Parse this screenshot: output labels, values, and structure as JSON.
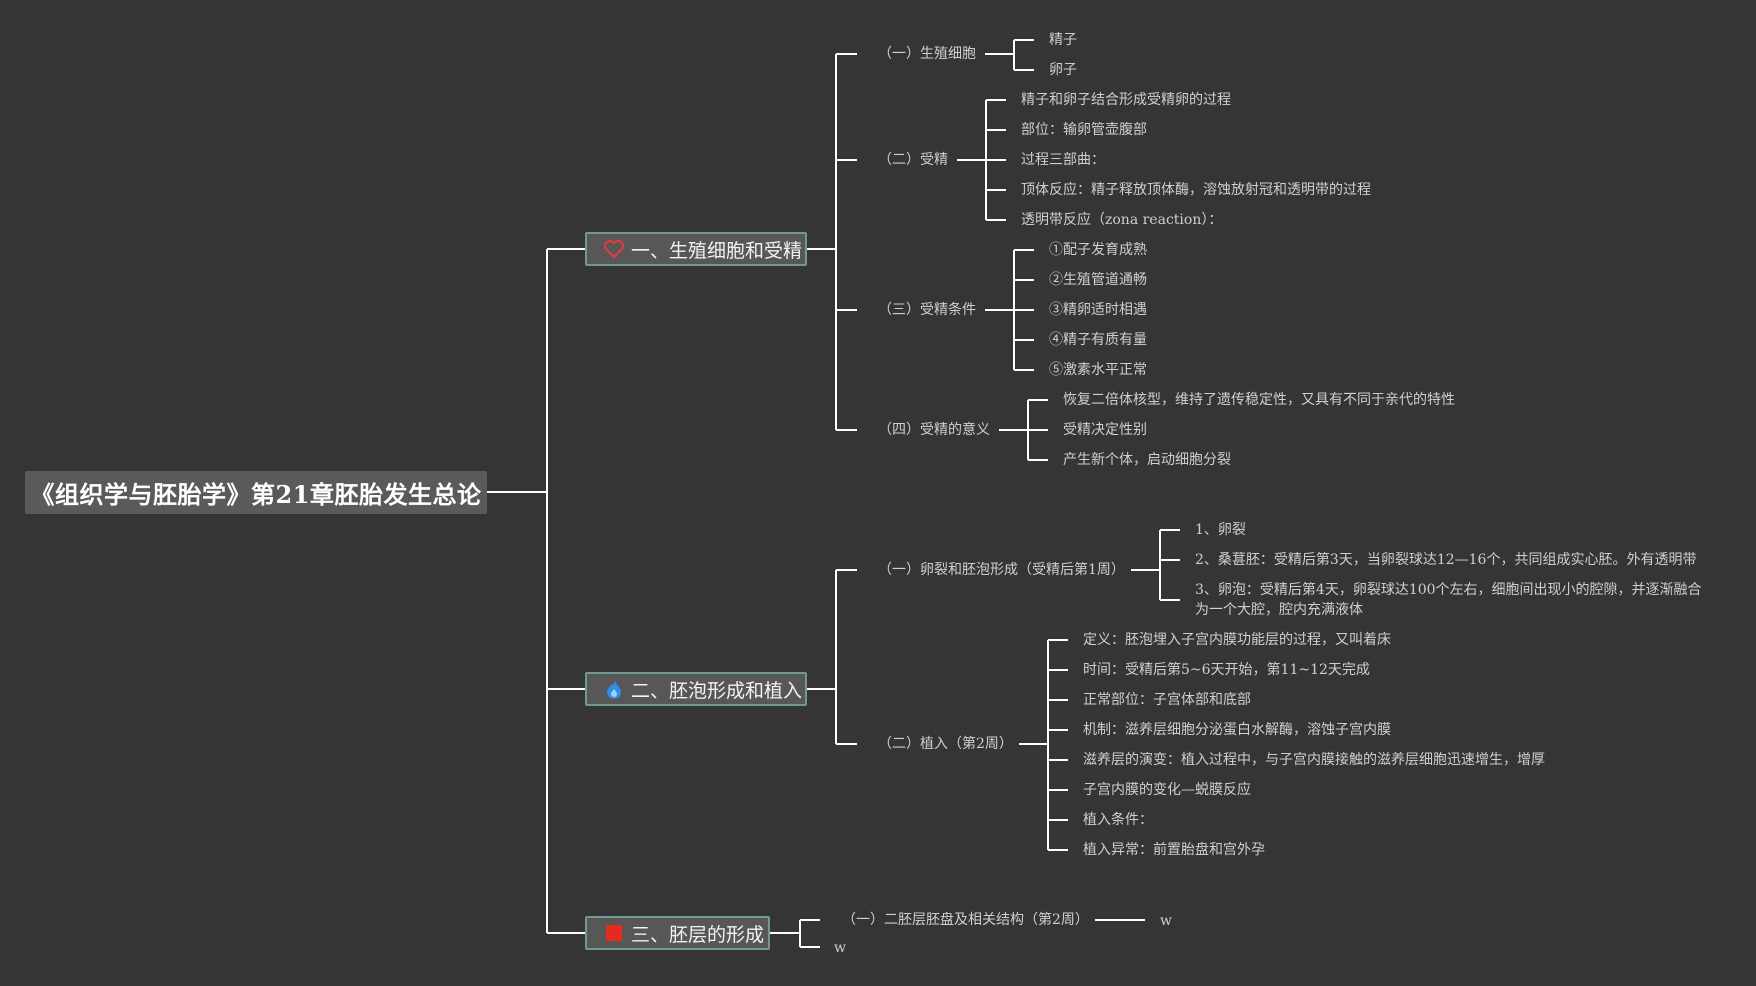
{
  "root": "《组织学与胚胎学》第21章胚胎发生总论",
  "colors": {
    "background": "#353535",
    "root_box": "#5a5a5a",
    "main_box": "#575757",
    "main_border": "#6f9a92",
    "connector": "#ffffff",
    "text": "#cfcfcf"
  },
  "branches": [
    {
      "title": "一、生殖细胞和受精",
      "icon": "heart-icon",
      "children": [
        {
          "label": "（一）生殖细胞",
          "children": [
            "精子",
            "卵子"
          ]
        },
        {
          "label": "（二）受精",
          "children": [
            "精子和卵子结合形成受精卵的过程",
            "部位：输卵管壶腹部",
            "过程三部曲：",
            "顶体反应：精子释放顶体酶，溶蚀放射冠和透明带的过程",
            "透明带反应（zona reaction）："
          ]
        },
        {
          "label": "（三）受精条件",
          "children": [
            "①配子发育成熟",
            "②生殖管道通畅",
            "③精卵适时相遇",
            "④精子有质有量",
            "⑤激素水平正常"
          ]
        },
        {
          "label": "（四）受精的意义",
          "children": [
            "恢复二倍体核型，维持了遗传稳定性，又具有不同于亲代的特性",
            "受精决定性别",
            "产生新个体，启动细胞分裂"
          ]
        }
      ]
    },
    {
      "title": "二、胚泡形成和植入",
      "icon": "flame-icon",
      "children": [
        {
          "label": "（一）卵裂和胚泡形成（受精后第1周）",
          "children": [
            "1、卵裂",
            "2、桑葚胚：受精后第3天，当卵裂球达12—16个，共同组成实心胚。外有透明带",
            "3、卵泡：受精后第4天，卵裂球达100个左右，细胞间出现小的腔隙，并逐渐融合为一个大腔，腔内充满液体"
          ]
        },
        {
          "label": "（二）植入（第2周）",
          "children": [
            "定义：胚泡埋入子宫内膜功能层的过程，又叫着床",
            "时间：受精后第5~6天开始，第11~12天完成",
            "正常部位：子宫体部和底部",
            "机制：滋养层细胞分泌蛋白水解酶，溶蚀子宫内膜",
            "滋养层的演变：植入过程中，与子宫内膜接触的滋养层细胞迅速增生，增厚",
            "子宫内膜的变化—蜕膜反应",
            "植入条件：",
            "植入异常：前置胎盘和宫外孕"
          ]
        }
      ]
    },
    {
      "title": "三、胚层的形成",
      "icon": "red-square-icon",
      "children": [
        {
          "label": "（一）二胚层胚盘及相关结构（第2周）",
          "children": [
            "w"
          ]
        },
        {
          "label": "w",
          "children": []
        }
      ]
    }
  ]
}
